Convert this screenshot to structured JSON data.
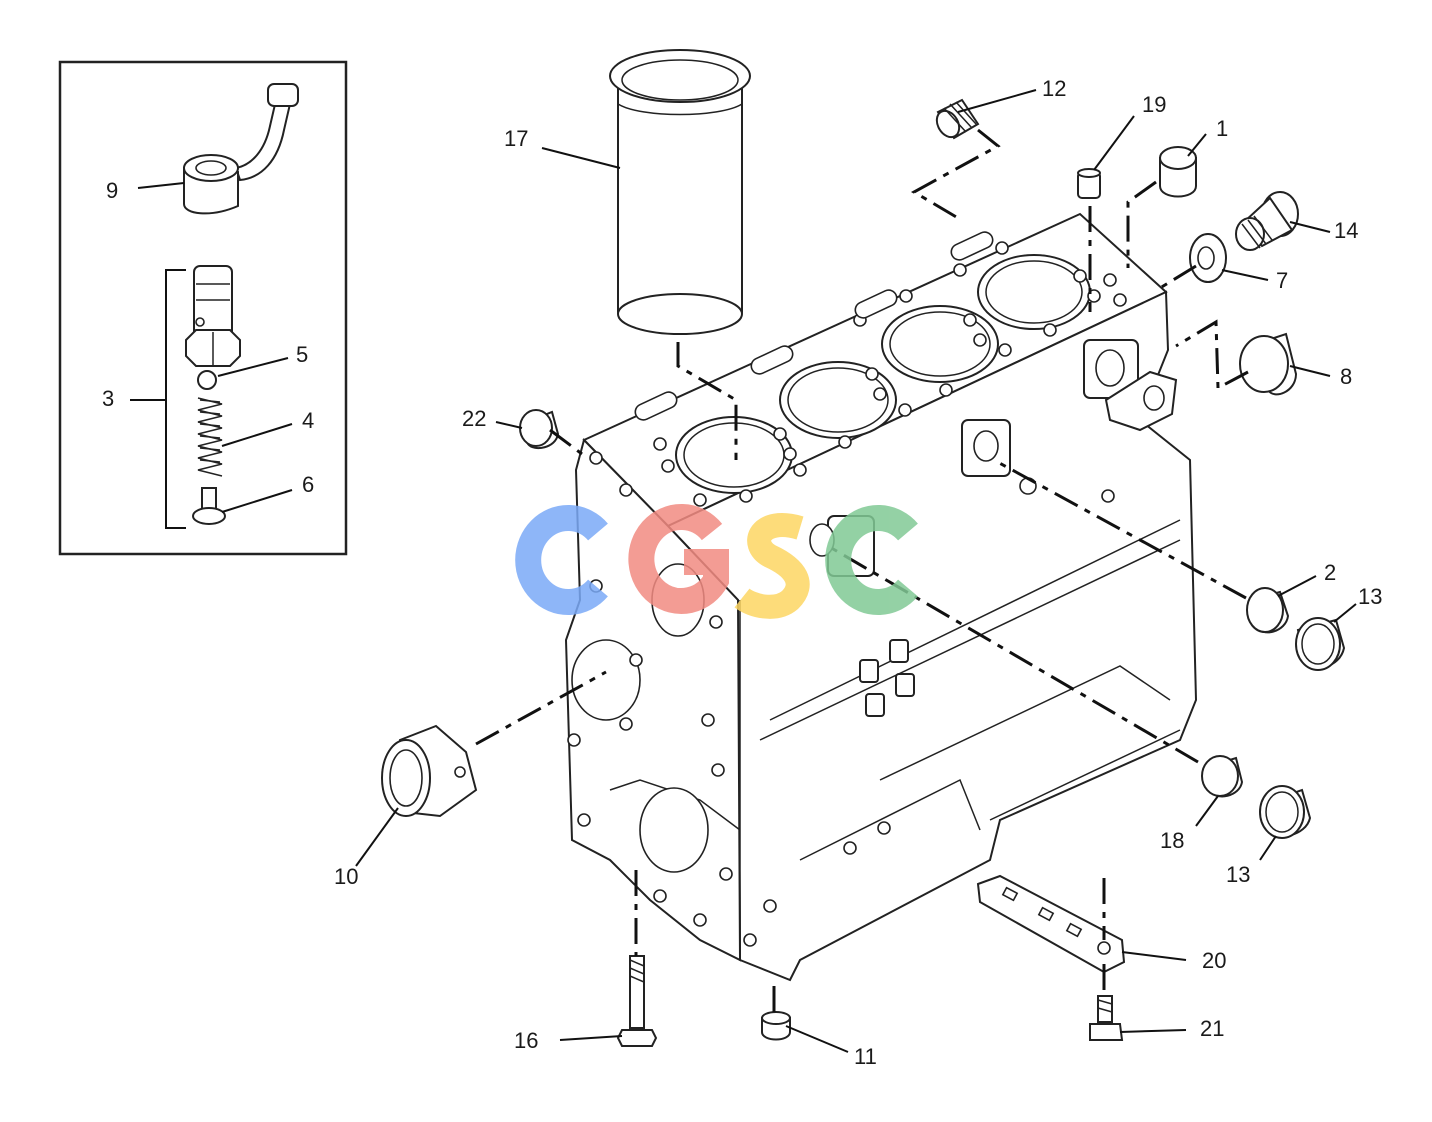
{
  "callouts": [
    "1",
    "2",
    "3",
    "4",
    "5",
    "6",
    "7",
    "8",
    "9",
    "10",
    "11",
    "12",
    "13",
    "13",
    "14",
    "16",
    "17",
    "18",
    "19",
    "20",
    "21",
    "22"
  ],
  "watermark": "CGSC",
  "watermark_colors": [
    "#7BAAF7",
    "#F28B82",
    "#FDD663",
    "#81C995"
  ]
}
